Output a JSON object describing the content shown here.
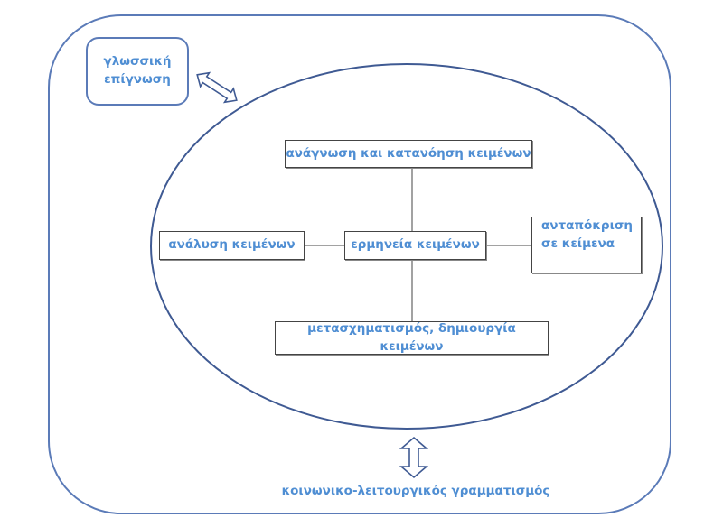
{
  "diagram": {
    "outer_frame": {
      "label": "κοινωνικο-λειτουργικός γραμματισμός"
    },
    "language_awareness": {
      "line1": "γλωσσική",
      "line2": "επίγνωση"
    },
    "center": "ερμηνεία κειμένων",
    "top": "ανάγνωση και κατανόηση κειμένων",
    "left": "ανάλυση κειμένων",
    "right": {
      "line1": "ανταπόκριση",
      "line2": "σε κείμενα"
    },
    "bottom": "μετασχηματισμός, δημιουργία κειμένων"
  },
  "colors": {
    "text": "#4f8ed3",
    "frame": "#5b7bb8",
    "ellipse": "#3f5a93",
    "box_border": "#444444"
  }
}
